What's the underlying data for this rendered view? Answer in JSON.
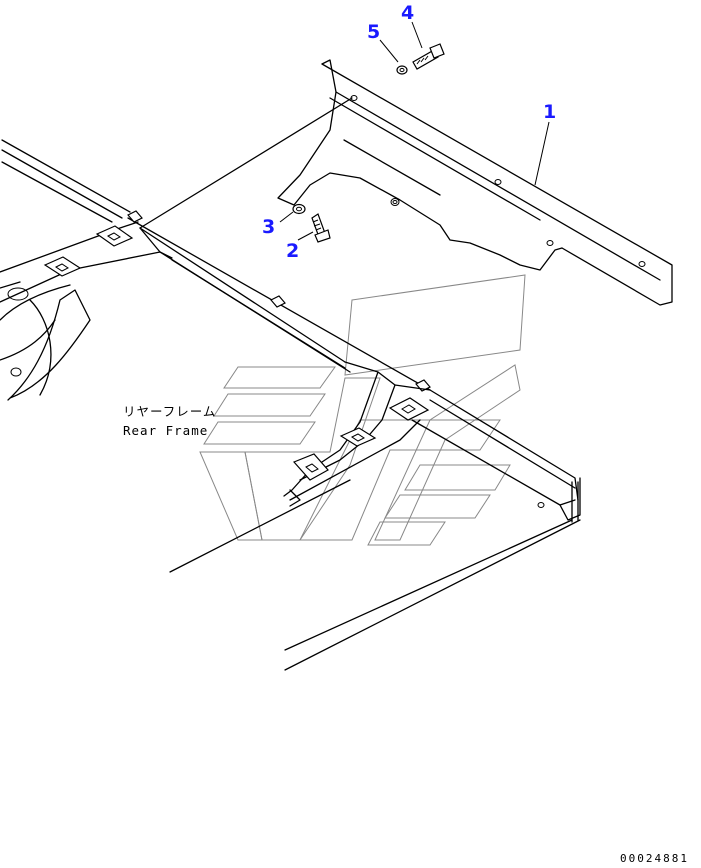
{
  "accent_color": "#1a1aff",
  "callouts": [
    {
      "id": "1",
      "text": "1"
    },
    {
      "id": "2",
      "text": "2"
    },
    {
      "id": "3",
      "text": "3"
    },
    {
      "id": "4",
      "text": "4"
    },
    {
      "id": "5",
      "text": "5"
    }
  ],
  "labels": {
    "rear_frame_jp": "リヤーフレーム",
    "rear_frame_en": "Rear Frame"
  },
  "drawing_code": "00024881"
}
